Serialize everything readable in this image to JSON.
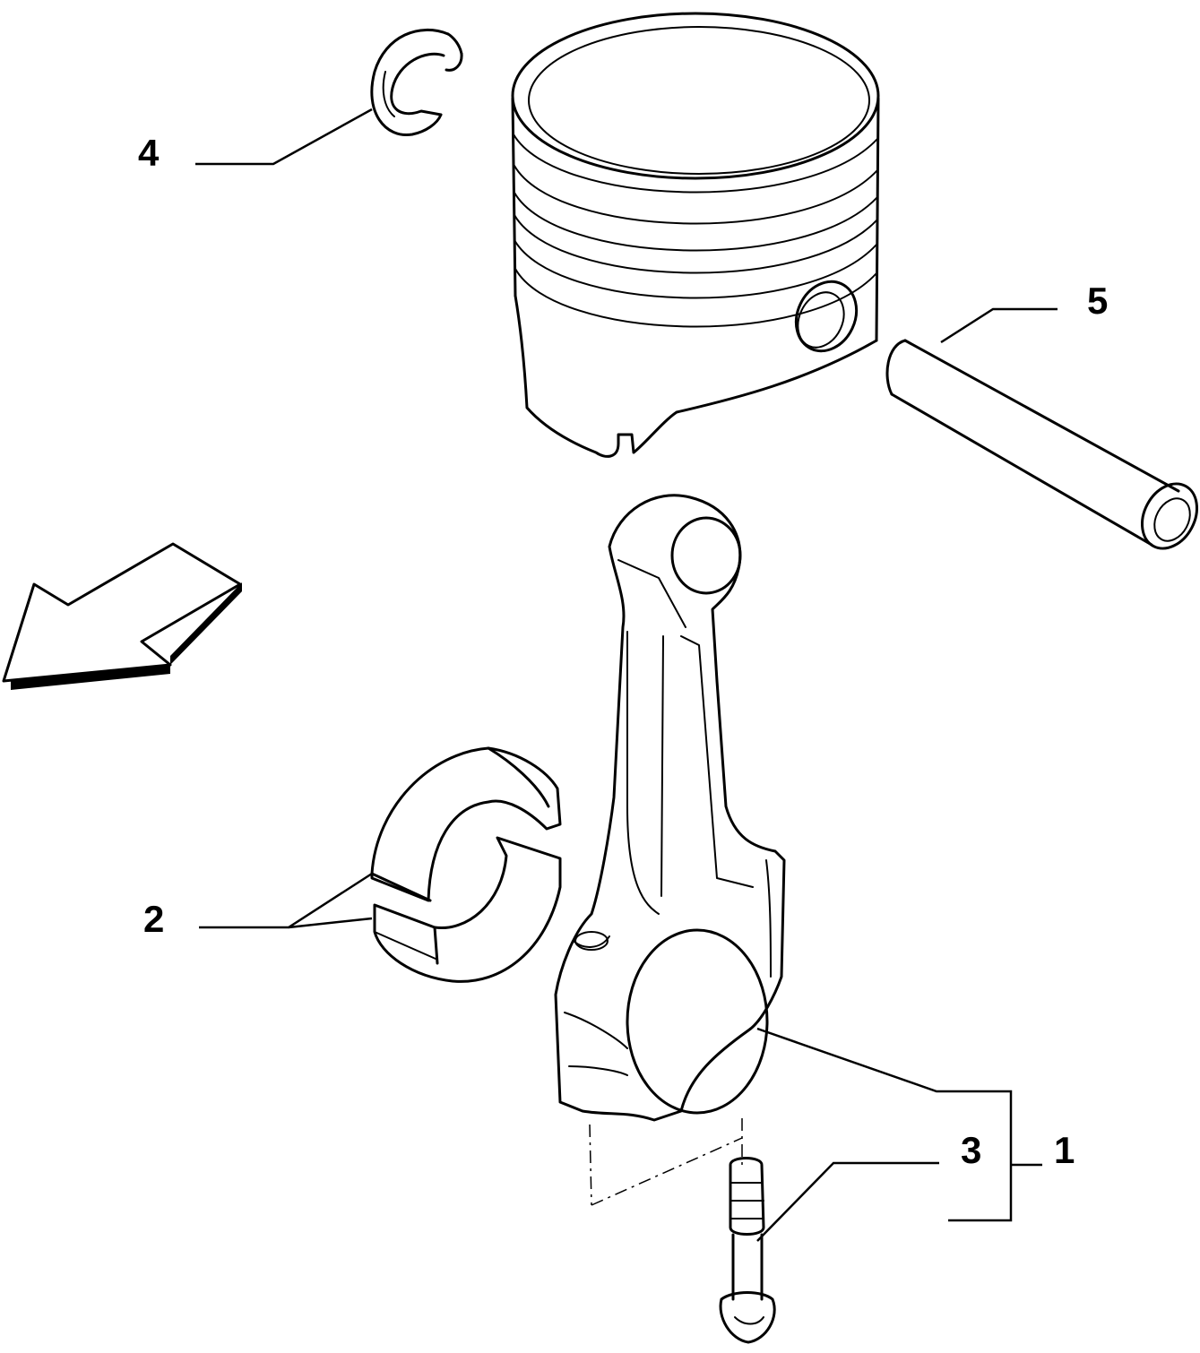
{
  "diagram": {
    "callouts": [
      {
        "id": "1",
        "label": "1"
      },
      {
        "id": "2",
        "label": "2"
      },
      {
        "id": "3",
        "label": "3"
      },
      {
        "id": "4",
        "label": "4"
      },
      {
        "id": "5",
        "label": "5"
      }
    ],
    "icons": {
      "direction_arrow": "front-direction-arrow-icon",
      "piston": "piston-icon",
      "piston_pin": "piston-pin-icon",
      "circlip": "circlip-icon",
      "connecting_rod": "connecting-rod-icon",
      "bearing_shells": "bearing-shell-icon",
      "bolt": "bolt-icon"
    }
  }
}
